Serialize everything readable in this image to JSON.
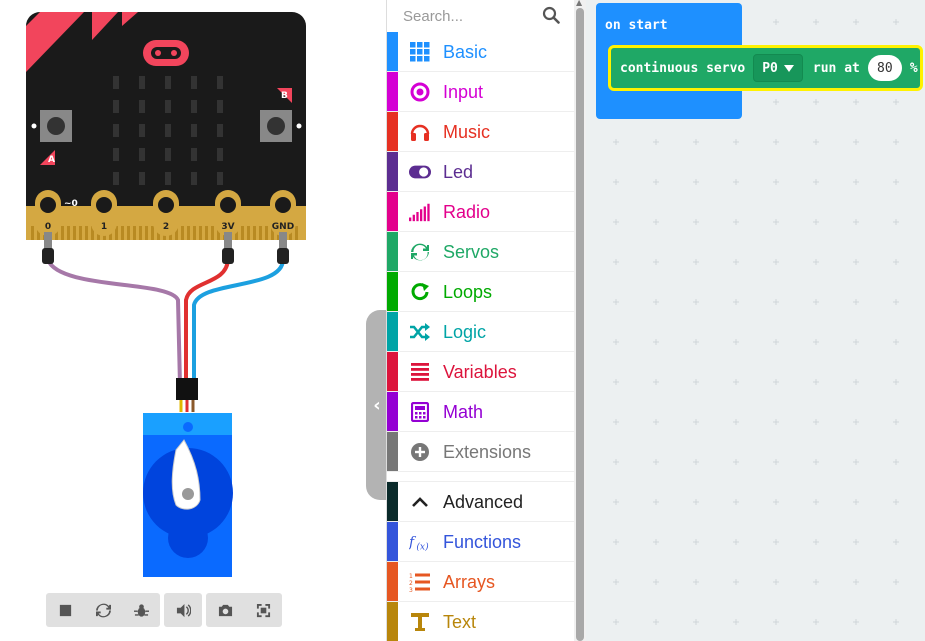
{
  "simulator": {
    "pins": [
      "0",
      "1",
      "2",
      "3V",
      "GND"
    ],
    "pin_extra": "~0",
    "button_a": "A",
    "button_b": "B"
  },
  "sim_toolbar": [
    {
      "name": "stop-button",
      "icon": "stop-icon"
    },
    {
      "name": "restart-button",
      "icon": "refresh-icon"
    },
    {
      "name": "debug-button",
      "icon": "bug-icon"
    },
    {
      "name": "mute-button",
      "icon": "speaker-icon"
    },
    {
      "name": "screenshot-button",
      "icon": "camera-icon"
    },
    {
      "name": "fullscreen-button",
      "icon": "fullscreen-icon"
    }
  ],
  "search": {
    "placeholder": "Search..."
  },
  "categories": [
    {
      "label": "Basic",
      "color": "#1e90ff",
      "icon": "grid-icon"
    },
    {
      "label": "Input",
      "color": "#d400d4",
      "icon": "circle-dot-icon"
    },
    {
      "label": "Music",
      "color": "#e63022",
      "icon": "headphones-icon"
    },
    {
      "label": "Led",
      "color": "#5c2d91",
      "icon": "toggle-icon"
    },
    {
      "label": "Radio",
      "color": "#e3008c",
      "icon": "signal-bars-icon"
    },
    {
      "label": "Servos",
      "color": "#1fa866",
      "icon": "refresh-icon"
    },
    {
      "label": "Loops",
      "color": "#00aa00",
      "icon": "loop-icon"
    },
    {
      "label": "Logic",
      "color": "#00a4a6",
      "icon": "shuffle-icon"
    },
    {
      "label": "Variables",
      "color": "#dc143c",
      "icon": "list-icon"
    },
    {
      "label": "Math",
      "color": "#9400d3",
      "icon": "calculator-icon"
    },
    {
      "label": "Extensions",
      "color": "#777777",
      "icon": "plus-circle-icon"
    }
  ],
  "advanced": {
    "label": "Advanced",
    "color": "#0a2a2a"
  },
  "advanced_categories": [
    {
      "label": "Functions",
      "color": "#3455db",
      "icon": "function-icon"
    },
    {
      "label": "Arrays",
      "color": "#e65722",
      "icon": "numbered-list-icon"
    },
    {
      "label": "Text",
      "color": "#b8860b",
      "icon": "text-icon"
    }
  ],
  "workspace": {
    "on_start": "on start",
    "servo_block": {
      "label": "continuous servo",
      "pin": "P0",
      "run_at": "run at",
      "value": "80",
      "unit": "%"
    }
  }
}
